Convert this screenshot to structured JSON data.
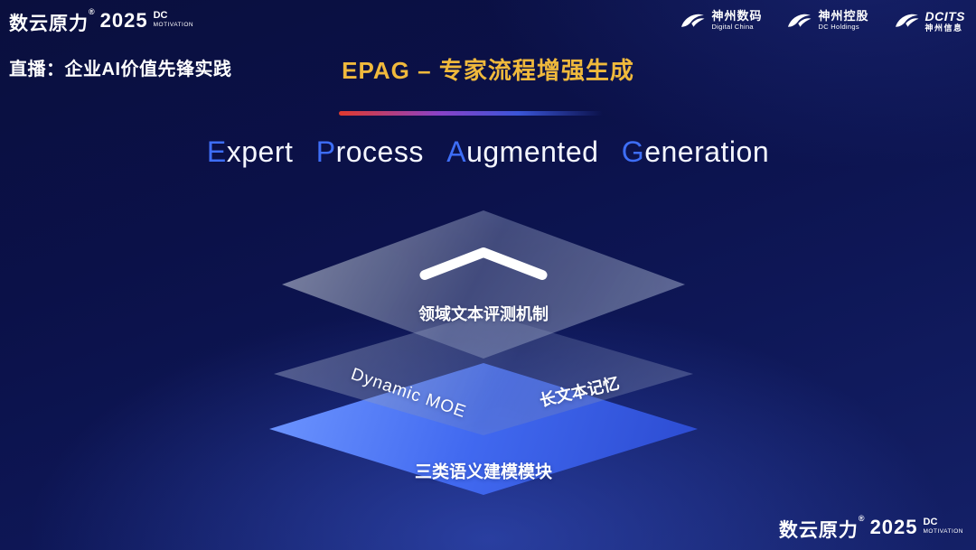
{
  "brand": {
    "name": "数云原力",
    "reg": "®",
    "year": "2025",
    "dc": "DC",
    "motivation": "MOTIVATION"
  },
  "header": {
    "live_label": "直播：企业AI价值先锋实践",
    "title": "EPAG – 专家流程增强生成"
  },
  "partner_logos": [
    {
      "line1": "神州数码",
      "line2": "Digital China"
    },
    {
      "line1": "神州控股",
      "line2": "DC Holdings"
    },
    {
      "line1": "DCITS",
      "line2": "神州信息"
    }
  ],
  "subtitle": {
    "words": [
      {
        "initial": "E",
        "rest": "xpert"
      },
      {
        "initial": "P",
        "rest": "rocess"
      },
      {
        "initial": "A",
        "rest": "ugmented"
      },
      {
        "initial": "G",
        "rest": "eneration"
      }
    ]
  },
  "diagram": {
    "layers": [
      {
        "name": "evaluation-layer",
        "label": "领域文本评测机制"
      },
      {
        "name": "memory-layer",
        "label_left": "Dynamic MOE",
        "label_right": "长文本记忆"
      },
      {
        "name": "semantic-layer",
        "label": "三类语义建模模块"
      }
    ]
  },
  "icons": {
    "chevron": "chevron-up-icon",
    "partner_swoosh": "swoosh-icon"
  },
  "colors": {
    "accent_gold": "#f0b93c",
    "accent_blue": "#3e6ef7",
    "layer_blue": "#4169f0",
    "background_navy": "#0b1149",
    "divider_red": "#e03a2e"
  }
}
